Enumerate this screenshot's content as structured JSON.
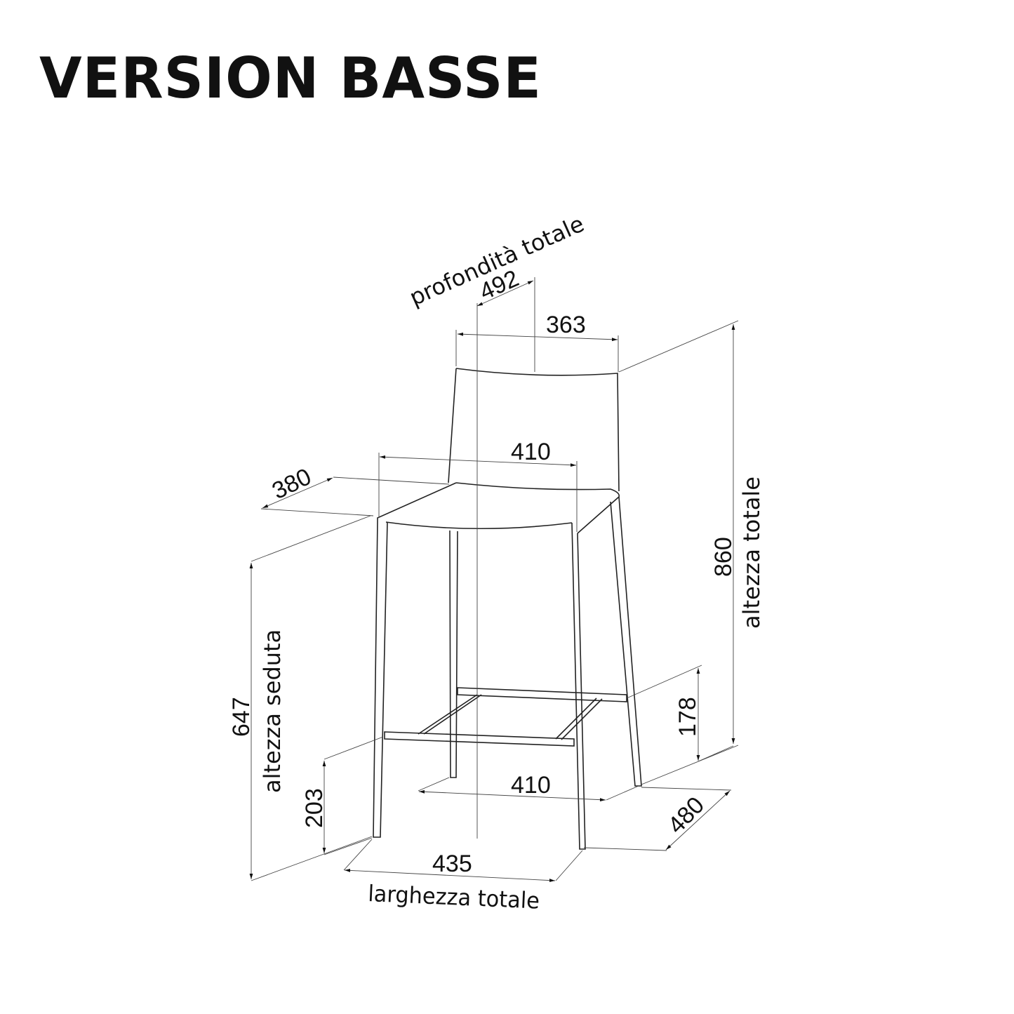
{
  "title": "VERSION BASSE",
  "dimensions": {
    "depth_total": {
      "value": "492",
      "label": "profondità totale"
    },
    "backrest_width": {
      "value": "363"
    },
    "seat_width": {
      "value": "410"
    },
    "seat_depth": {
      "value": "380"
    },
    "height_total": {
      "value": "860",
      "label": "altezza totale"
    },
    "seat_height": {
      "value": "647",
      "label": "altezza seduta"
    },
    "front_footrest_height": {
      "value": "203"
    },
    "back_footrest_height": {
      "value": "178"
    },
    "footrest_width": {
      "value": "410"
    },
    "width_total": {
      "value": "435",
      "label": "larghezza totale"
    },
    "base_depth": {
      "value": "480"
    }
  }
}
